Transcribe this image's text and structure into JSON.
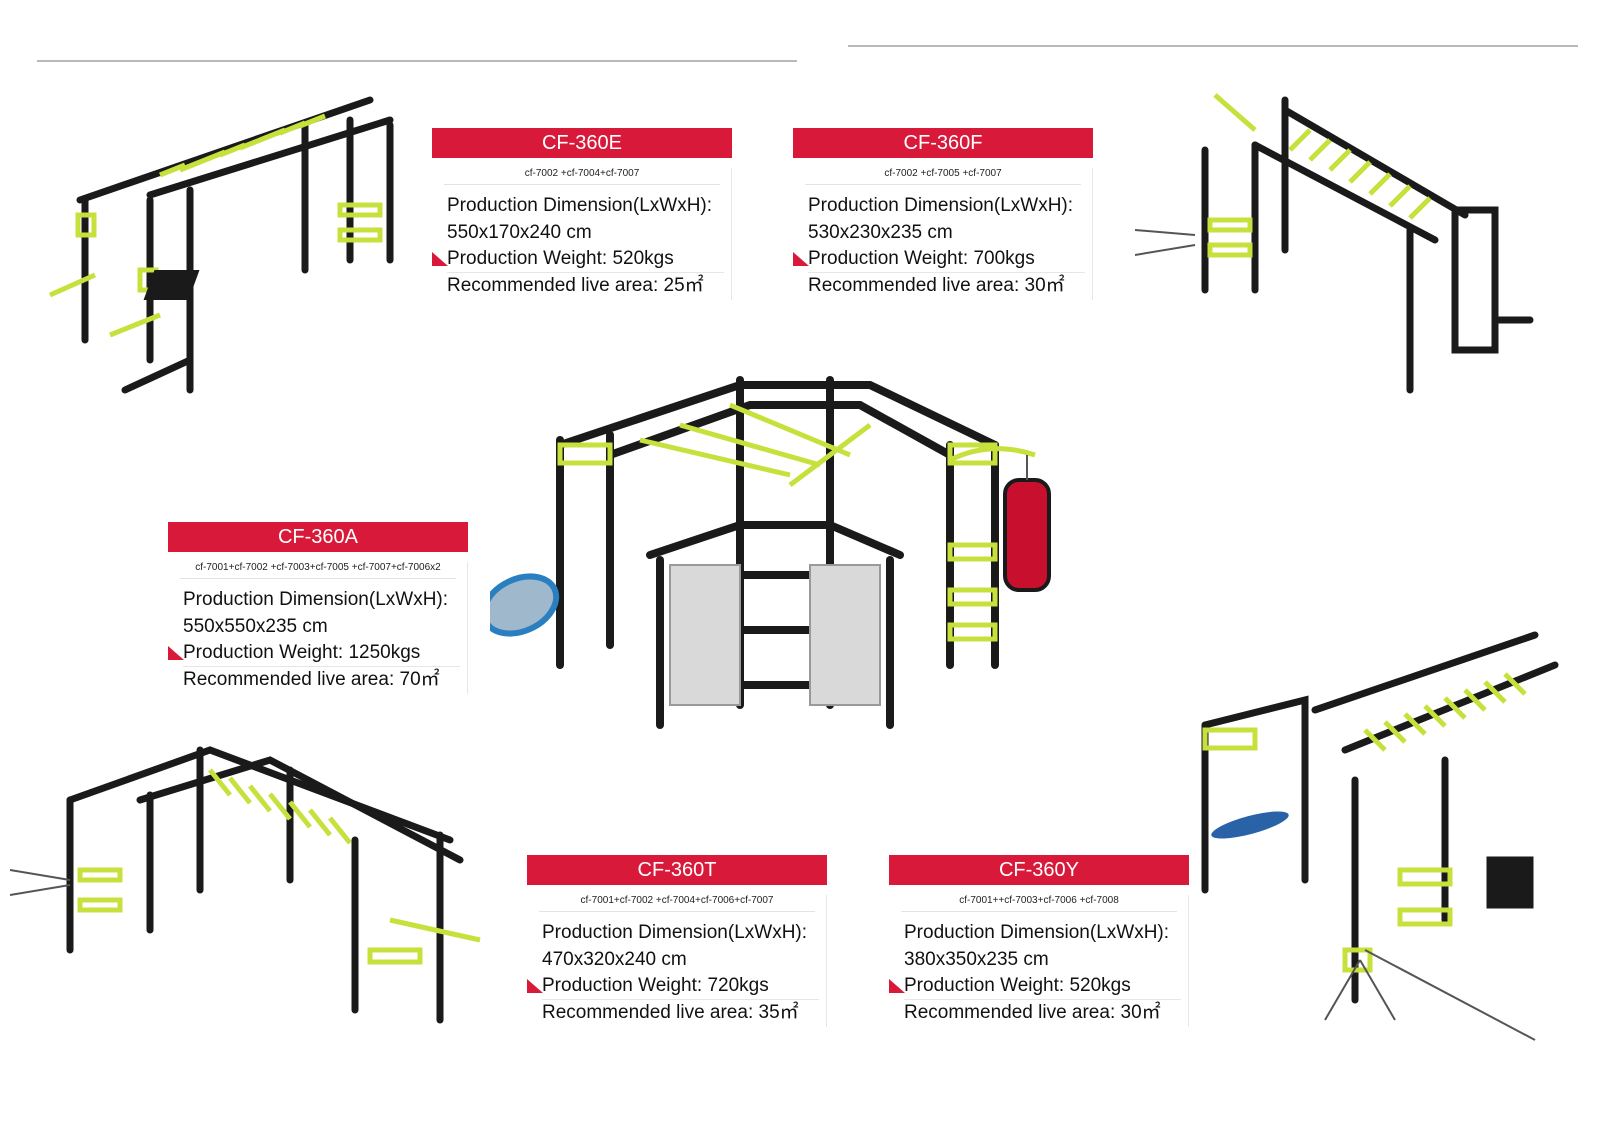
{
  "colors": {
    "brand_red": "#d9193a",
    "frame": "#1a1a1a",
    "accent_green": "#c8e03c",
    "bag_red": "#c8102e"
  },
  "products": [
    {
      "model": "CF-360E",
      "components": "cf-7002 +cf-7004+cf-7007",
      "dimension_label": "Production Dimension(LxWxH):",
      "dimension": "550x170x240 cm",
      "weight_line": "Production Weight:  520kgs",
      "area_line": "Recommended live area: 25㎡"
    },
    {
      "model": "CF-360F",
      "components": "cf-7002 +cf-7005 +cf-7007",
      "dimension_label": "Production Dimension(LxWxH):",
      "dimension": "530x230x235 cm",
      "weight_line": "Production Weight:  700kgs",
      "area_line": "Recommended live area: 30㎡"
    },
    {
      "model": "CF-360A",
      "components": "cf-7001+cf-7002 +cf-7003+cf-7005 +cf-7007+cf-7006x2",
      "dimension_label": "Production Dimension(LxWxH):",
      "dimension": "550x550x235 cm",
      "weight_line": "Production Weight:  1250kgs",
      "area_line": "Recommended live area: 70㎡"
    },
    {
      "model": "CF-360T",
      "components": "cf-7001+cf-7002 +cf-7004+cf-7006+cf-7007",
      "dimension_label": "Production Dimension(LxWxH):",
      "dimension": "470x320x240 cm",
      "weight_line": "Production Weight:  720kgs",
      "area_line": "Recommended live area: 35㎡"
    },
    {
      "model": "CF-360Y",
      "components": "cf-7001++cf-7003+cf-7006 +cf-7008",
      "dimension_label": "Production Dimension(LxWxH):",
      "dimension": "380x350x235 cm",
      "weight_line": "Production Weight:  520kgs",
      "area_line": "Recommended live area: 30㎡"
    }
  ]
}
